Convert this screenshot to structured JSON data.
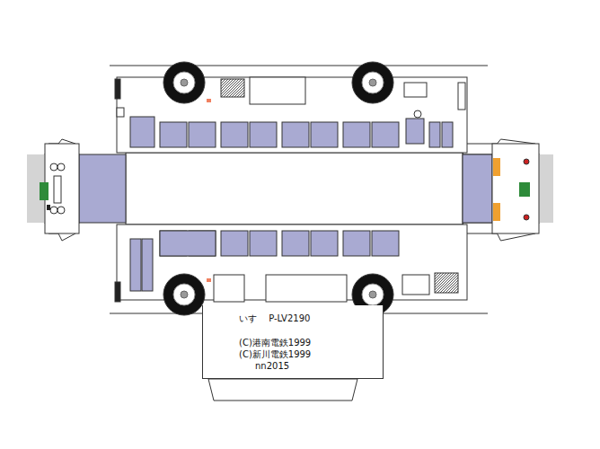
{
  "diagram": {
    "nodes": [
      {
        "text": [
          "いすゞ P-LV2190",
          "(C)港南電鉄1999",
          "(C)新川電鉄1999",
          "nn2015"
        ]
      }
    ]
  }
}
